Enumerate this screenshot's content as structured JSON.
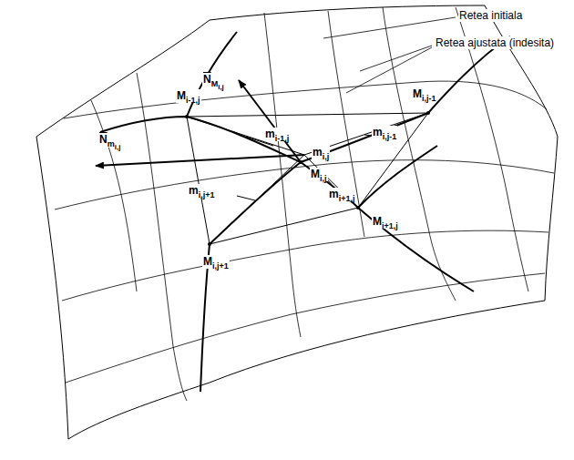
{
  "diagram": {
    "labels": [
      "Retea initiala",
      "Retea ajustata (indesita)",
      "NMi,j",
      "Mi-1,j",
      "Mi,j-1",
      "mi,j-1",
      "mi-1,j",
      "mi,j",
      "Nmi,j",
      "Mi,j",
      "mi+1,j",
      "mi,j+1",
      "Mi+1,j",
      "Mi,j+1"
    ]
  }
}
